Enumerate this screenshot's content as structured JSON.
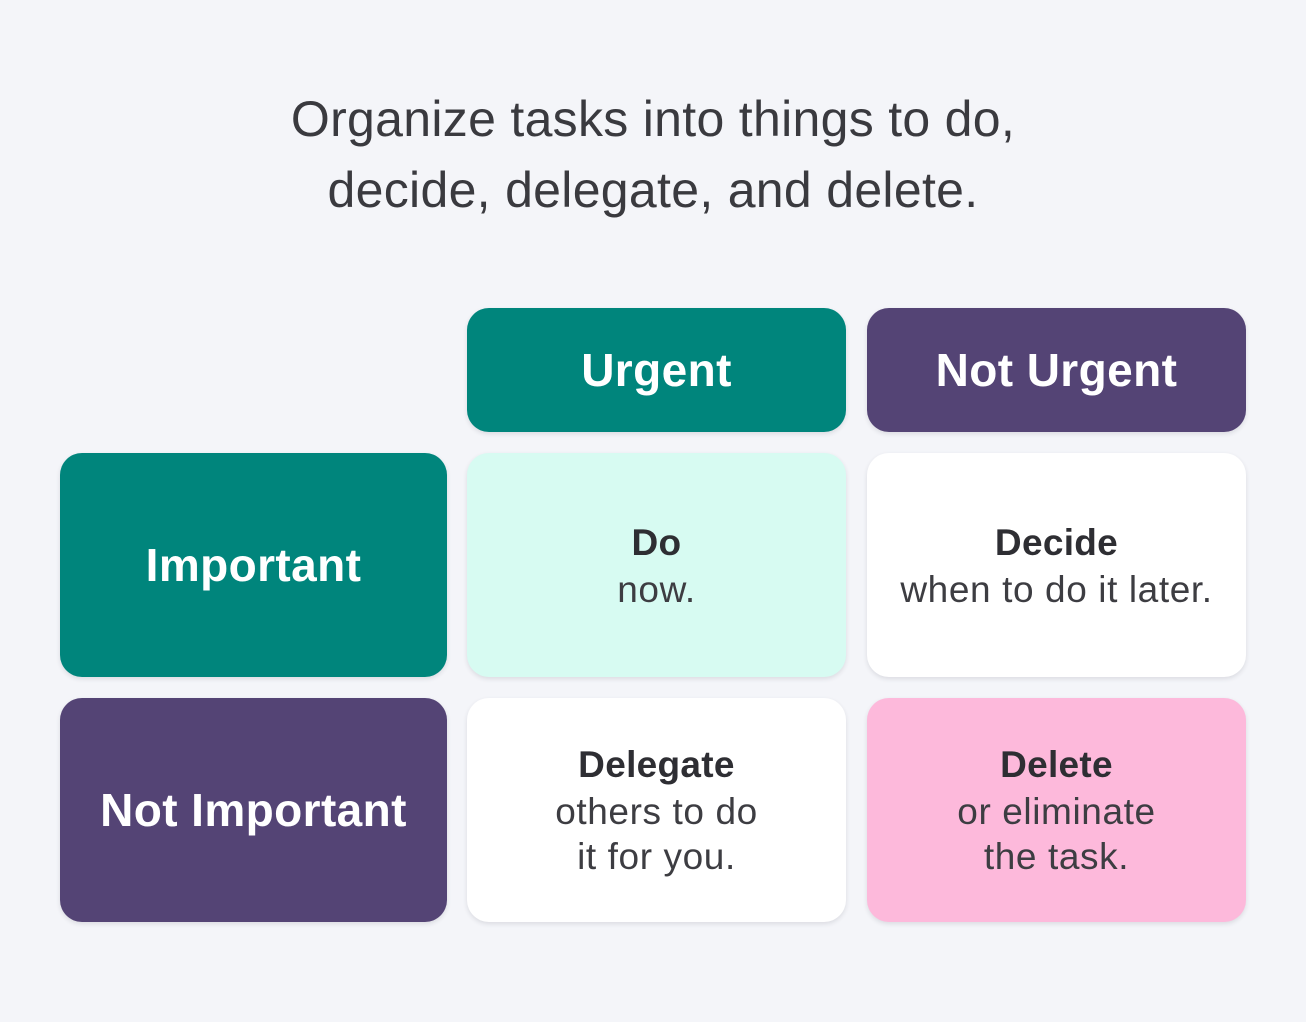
{
  "headline": {
    "line1": "Organize tasks into things to do,",
    "line2": "decide, delegate, and delete."
  },
  "columns": {
    "urgent": "Urgent",
    "not_urgent": "Not Urgent"
  },
  "rows": {
    "important": "Important",
    "not_important": "Not Important"
  },
  "cells": {
    "do": {
      "title": "Do",
      "desc": "now."
    },
    "decide": {
      "title": "Decide",
      "desc": "when to do it later."
    },
    "delegate": {
      "title": "Delegate",
      "desc": "others to do\nit for you."
    },
    "delete": {
      "title": "Delete",
      "desc": "or eliminate\nthe task."
    }
  },
  "colors": {
    "teal": "#00857c",
    "purple": "#544475",
    "mint": "#d7fbf2",
    "white": "#ffffff",
    "pink": "#fdb9db",
    "background": "#f4f5f9"
  }
}
